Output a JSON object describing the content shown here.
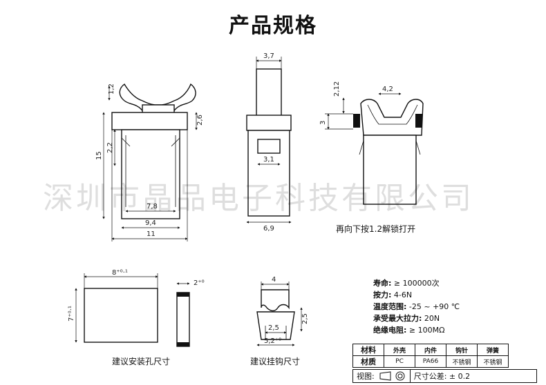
{
  "title": "产品规格",
  "watermark": "深圳市晶品电子科技有限公司",
  "front_view": {
    "dims": [
      "1,2",
      "2,6",
      "15",
      "2,2",
      "7,8",
      "9,4",
      "11"
    ]
  },
  "side_view": {
    "dims": [
      "3,7",
      "3,1",
      "6,9"
    ]
  },
  "pressed_view": {
    "dims": [
      "4,2",
      "2,12",
      "3"
    ],
    "caption": "再向下按1.2解锁打开"
  },
  "mounting_hole": {
    "dims": [
      "8⁺⁰·¹",
      "7⁺⁰·¹",
      "2⁺⁰"
    ],
    "caption": "建议安装孔尺寸"
  },
  "hook": {
    "dims": [
      "4",
      "2,5",
      "2,5",
      "5,2⁺⁰"
    ],
    "caption": "建议挂钩尺寸"
  },
  "specs": [
    {
      "label": "寿命:",
      "value": "≥ 100000次"
    },
    {
      "label": "按力:",
      "value": "4-6N"
    },
    {
      "label": "温度范围:",
      "value": "-25 ~ +90 ℃"
    },
    {
      "label": "承受最大拉力:",
      "value": "20N"
    },
    {
      "label": "绝缘电阻:",
      "value": "≥ 100MΩ"
    }
  ],
  "materials": {
    "header": [
      "材料",
      "外壳",
      "内件",
      "钩针",
      "弹簧"
    ],
    "row": [
      "材质",
      "PC",
      "PA66",
      "不锈钢",
      "不锈钢"
    ]
  },
  "footer": {
    "view_label": "视图:",
    "tolerance": "尺寸公差: ± 0.2"
  }
}
